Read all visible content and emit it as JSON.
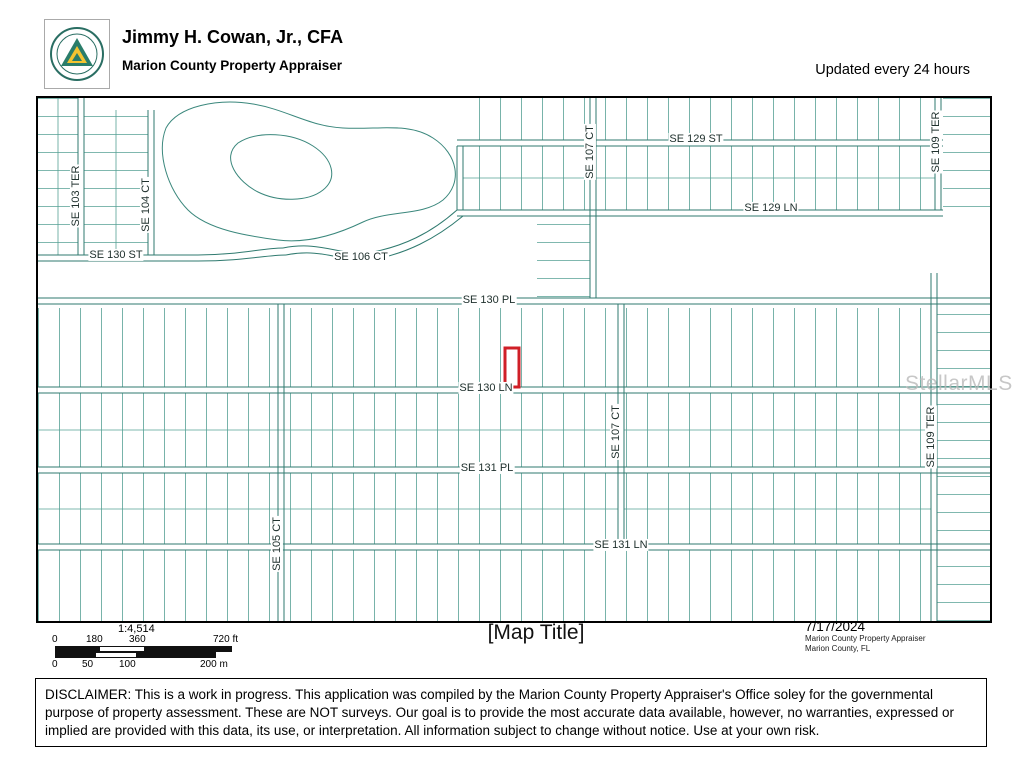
{
  "header": {
    "title": "Jimmy H. Cowan, Jr., CFA",
    "subtitle": "Marion County Property Appraiser",
    "updated_note": "Updated every 24 hours",
    "logo": "marion-county-property-appraiser-seal"
  },
  "map": {
    "streets": {
      "se103ter": "SE 103 TER",
      "se104ct": "SE 104 CT",
      "se130st": "SE 130 ST",
      "se106ct": "SE 106 CT",
      "se107ct_top": "SE 107 CT",
      "se129st": "SE 129 ST",
      "se129ln": "SE 129 LN",
      "se109ter_top": "SE 109 TER",
      "se130pl": "SE 130 PL",
      "se130ln": "SE 130 LN",
      "se107ct_mid": "SE 107 CT",
      "se109ter_bot": "SE 109 TER",
      "se131pl": "SE 131 PL",
      "se105ct": "SE 105 CT",
      "se131ln": "SE 131 LN"
    },
    "watermark": "StellarMLS",
    "colors": {
      "parcel_line": "#55a094",
      "street_line": "#2f7a6f",
      "selected_parcel": "#d01f27"
    }
  },
  "footer": {
    "scale_ratio": "1:4,514",
    "ft_labels": [
      "0",
      "180",
      "360",
      "720 ft"
    ],
    "m_labels": [
      "0",
      "50",
      "100",
      "200 m"
    ],
    "map_title": "[Map Title]",
    "date": "7/17/2024",
    "attribution1": "Marion County Property Appraiser",
    "attribution2": "Marion County, FL"
  },
  "disclaimer": "DISCLAIMER: This is a work in progress. This application was compiled by the Marion County Property Appraiser's Office soley for the governmental purpose of property assessment. These are NOT surveys. Our goal is to provide the most accurate data available, however, no warranties, expressed or implied are provided with this data, its use, or interpretation. All information subject to change without notice. Use at your own risk."
}
